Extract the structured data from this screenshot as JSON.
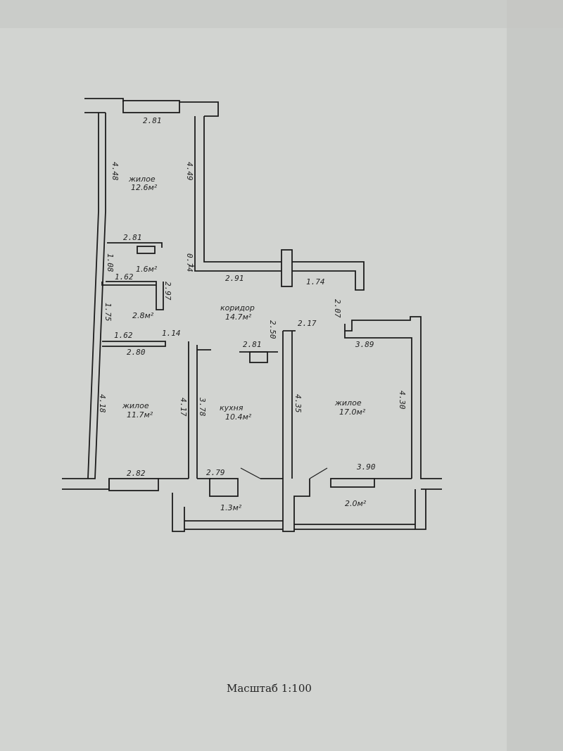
{
  "colors": {
    "paper": "#d2d4d1",
    "ink": "#1c1c1c",
    "shadow": "#a9aba8"
  },
  "rooms": {
    "living1": {
      "name": "жилое",
      "area": "12.6м²"
    },
    "storage1": {
      "area": "1.6м²"
    },
    "storage2": {
      "area": "2.8м²"
    },
    "corridor": {
      "name": "коридор",
      "area": "14.7м²"
    },
    "living2": {
      "name": "жилое",
      "area": "11.7м²"
    },
    "kitchen": {
      "name": "кухня",
      "area": "10.4м²"
    },
    "living3": {
      "name": "жилое",
      "area": "17.0м²"
    },
    "balcony1": {
      "area": "1.3м²"
    },
    "balcony2": {
      "area": "2.0м²"
    }
  },
  "dims": {
    "d1": "2.81",
    "d2": "4.48",
    "d3": "4.49",
    "d4": "2.81",
    "d5": "1.08",
    "d6": "1.62",
    "d7": "0.74",
    "d8": "2.91",
    "d9": "1.74",
    "d10": "2.97",
    "d11": "1.75",
    "d12": "1.62",
    "d13": "1.14",
    "d14": "2.07",
    "d15": "2.50",
    "d16": "2.17",
    "d17": "2.81",
    "d18": "2.80",
    "d19": "3.89",
    "d20": "4.18",
    "d21": "4.17",
    "d22": "3.78",
    "d23": "4.35",
    "d24": "4.30",
    "d25": "2.82",
    "d26": "2.79",
    "d27": "3.90"
  },
  "footer": {
    "scale": "Масштаб 1:100"
  }
}
